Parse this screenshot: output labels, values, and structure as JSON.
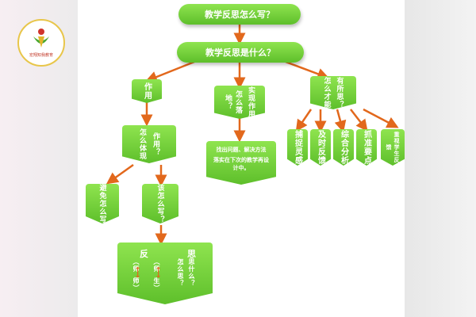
{
  "logo": {
    "text": "宏翔知我教育"
  },
  "nodes": {
    "title": "教学反思怎么写？",
    "what": "教学反思是什么？",
    "effect": "作用",
    "realize_a": "实现作用",
    "realize_b": "怎么落地？",
    "content_a": "有所思？",
    "content_b": "怎么才能",
    "effect_how_a": "作用？",
    "effect_how_b": "怎么体现",
    "find": "找出问题、解决方法",
    "implement": "落实在下次的教学再设计中。",
    "box1": "捕捉灵感",
    "box2": "及时反馈",
    "box3": "综合分析",
    "box4": "抓准要点",
    "box5": "重视学生反馈",
    "avoid": "避免怎么写",
    "should": "该怎么写？",
    "final_h1": "反",
    "final_h2": "思",
    "teacher1": "（师",
    "teacher2": "（师",
    "arrow_sym": "⟷",
    "teacher3": "师）",
    "student": "生）",
    "what_q": "思什么？",
    "how_q": "怎么思？"
  }
}
